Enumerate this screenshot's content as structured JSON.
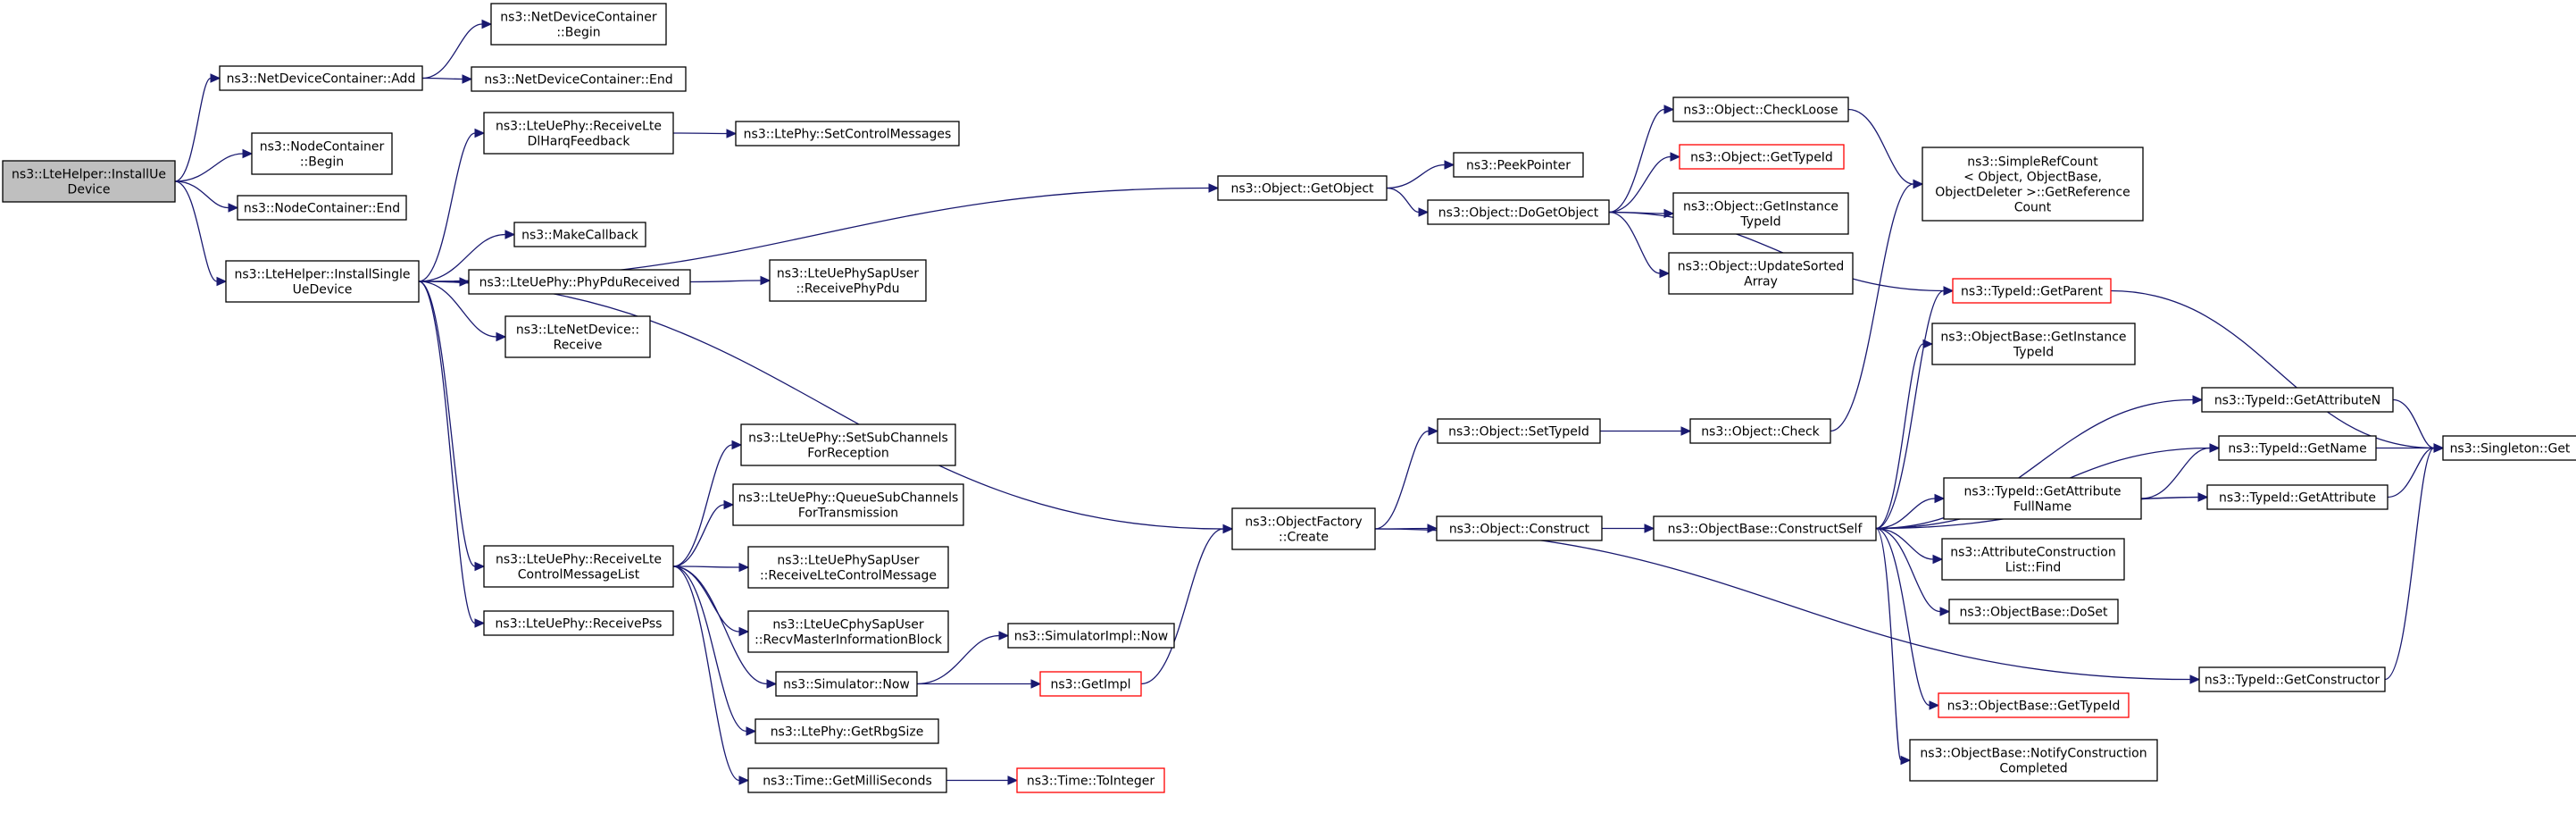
{
  "graph": {
    "colors": {
      "edge": "#191970",
      "node_border": "#000000",
      "node_fill": "#ffffff",
      "root_fill": "#bfbfbf",
      "missing_border": "#ff0000"
    },
    "nodes": [
      {
        "id": "root",
        "lines": [
          "ns3::LteHelper::InstallUe",
          "Device"
        ],
        "style": "root"
      },
      {
        "id": "ndcAdd",
        "lines": [
          "ns3::NetDeviceContainer::Add"
        ]
      },
      {
        "id": "ndcBegin",
        "lines": [
          "ns3::NetDeviceContainer",
          "::Begin"
        ]
      },
      {
        "id": "ndcEnd",
        "lines": [
          "ns3::NetDeviceContainer::End"
        ]
      },
      {
        "id": "ncBegin",
        "lines": [
          "ns3::NodeContainer",
          "::Begin"
        ]
      },
      {
        "id": "ncEnd",
        "lines": [
          "ns3::NodeContainer::End"
        ]
      },
      {
        "id": "installSingle",
        "lines": [
          "ns3::LteHelper::InstallSingle",
          "UeDevice"
        ]
      },
      {
        "id": "rxHarq",
        "lines": [
          "ns3::LteUePhy::ReceiveLte",
          "DlHarqFeedback"
        ]
      },
      {
        "id": "setCtrl",
        "lines": [
          "ns3::LtePhy::SetControlMessages"
        ]
      },
      {
        "id": "makeCb",
        "lines": [
          "ns3::MakeCallback"
        ]
      },
      {
        "id": "phyPduRx",
        "lines": [
          "ns3::LteUePhy::PhyPduReceived"
        ]
      },
      {
        "id": "sapRxPdu",
        "lines": [
          "ns3::LteUePhySapUser",
          "::ReceivePhyPdu"
        ]
      },
      {
        "id": "netDevRx",
        "lines": [
          "ns3::LteNetDevice::",
          "Receive"
        ]
      },
      {
        "id": "getObject",
        "lines": [
          "ns3::Object::GetObject"
        ]
      },
      {
        "id": "peekPtr",
        "lines": [
          "ns3::PeekPointer"
        ]
      },
      {
        "id": "doGetObject",
        "lines": [
          "ns3::Object::DoGetObject"
        ]
      },
      {
        "id": "checkLoose",
        "lines": [
          "ns3::Object::CheckLoose"
        ]
      },
      {
        "id": "objGetTypeId",
        "lines": [
          "ns3::Object::GetTypeId"
        ],
        "style": "missing"
      },
      {
        "id": "getInstTid",
        "lines": [
          "ns3::Object::GetInstance",
          "TypeId"
        ]
      },
      {
        "id": "updSorted",
        "lines": [
          "ns3::Object::UpdateSorted",
          "Array"
        ]
      },
      {
        "id": "refCount",
        "lines": [
          "ns3::SimpleRefCount",
          "< Object, ObjectBase,",
          " ObjectDeleter >::GetReference",
          "Count"
        ]
      },
      {
        "id": "tidGetParent",
        "lines": [
          "ns3::TypeId::GetParent"
        ],
        "style": "missing"
      },
      {
        "id": "obGetInstTid",
        "lines": [
          "ns3::ObjectBase::GetInstance",
          "TypeId"
        ]
      },
      {
        "id": "tidGetAttrN",
        "lines": [
          "ns3::TypeId::GetAttributeN"
        ]
      },
      {
        "id": "tidGetName",
        "lines": [
          "ns3::TypeId::GetName"
        ]
      },
      {
        "id": "singletonGet",
        "lines": [
          "ns3::Singleton::Get"
        ]
      },
      {
        "id": "tidGetAttrFull",
        "lines": [
          "ns3::TypeId::GetAttribute",
          "FullName"
        ]
      },
      {
        "id": "tidGetAttr",
        "lines": [
          "ns3::TypeId::GetAttribute"
        ]
      },
      {
        "id": "attrConsFind",
        "lines": [
          "ns3::AttributeConstruction",
          "List::Find"
        ]
      },
      {
        "id": "obDoSet",
        "lines": [
          "ns3::ObjectBase::DoSet"
        ]
      },
      {
        "id": "tidGetCtor",
        "lines": [
          "ns3::TypeId::GetConstructor"
        ]
      },
      {
        "id": "obGetTypeId",
        "lines": [
          "ns3::ObjectBase::GetTypeId"
        ],
        "style": "missing"
      },
      {
        "id": "obNotify",
        "lines": [
          "ns3::ObjectBase::NotifyConstruction",
          "Completed"
        ]
      },
      {
        "id": "setTypeId",
        "lines": [
          "ns3::Object::SetTypeId"
        ]
      },
      {
        "id": "objCheck",
        "lines": [
          "ns3::Object::Check"
        ]
      },
      {
        "id": "ofCreate",
        "lines": [
          "ns3::ObjectFactory",
          "::Create"
        ]
      },
      {
        "id": "objConstruct",
        "lines": [
          "ns3::Object::Construct"
        ]
      },
      {
        "id": "constructSelf",
        "lines": [
          "ns3::ObjectBase::ConstructSelf"
        ]
      },
      {
        "id": "setSubRx",
        "lines": [
          "ns3::LteUePhy::SetSubChannels",
          "ForReception"
        ]
      },
      {
        "id": "queueSubTx",
        "lines": [
          "ns3::LteUePhy::QueueSubChannels",
          "ForTransmission"
        ]
      },
      {
        "id": "rxCtrlList",
        "lines": [
          "ns3::LteUePhy::ReceiveLte",
          "ControlMessageList"
        ]
      },
      {
        "id": "sapRxCtrl",
        "lines": [
          "ns3::LteUePhySapUser",
          "::ReceiveLteControlMessage"
        ]
      },
      {
        "id": "cphyMib",
        "lines": [
          "ns3::LteUeCphySapUser",
          "::RecvMasterInformationBlock"
        ]
      },
      {
        "id": "rxPss",
        "lines": [
          "ns3::LteUePhy::ReceivePss"
        ]
      },
      {
        "id": "simImplNow",
        "lines": [
          "ns3::SimulatorImpl::Now"
        ]
      },
      {
        "id": "simNow",
        "lines": [
          "ns3::Simulator::Now"
        ]
      },
      {
        "id": "getImpl",
        "lines": [
          "ns3::GetImpl"
        ],
        "style": "missing"
      },
      {
        "id": "getRbgSize",
        "lines": [
          "ns3::LtePhy::GetRbgSize"
        ]
      },
      {
        "id": "getMilli",
        "lines": [
          "ns3::Time::GetMilliSeconds"
        ]
      },
      {
        "id": "toInteger",
        "lines": [
          "ns3::Time::ToInteger"
        ],
        "style": "missing"
      }
    ],
    "edges": [
      [
        "root",
        "ndcAdd"
      ],
      [
        "root",
        "ncBegin"
      ],
      [
        "root",
        "ncEnd"
      ],
      [
        "root",
        "installSingle"
      ],
      [
        "ndcAdd",
        "ndcBegin"
      ],
      [
        "ndcAdd",
        "ndcEnd"
      ],
      [
        "installSingle",
        "rxHarq"
      ],
      [
        "installSingle",
        "makeCb"
      ],
      [
        "installSingle",
        "phyPduRx"
      ],
      [
        "installSingle",
        "netDevRx"
      ],
      [
        "installSingle",
        "getObject"
      ],
      [
        "installSingle",
        "ofCreate"
      ],
      [
        "installSingle",
        "rxCtrlList"
      ],
      [
        "installSingle",
        "rxPss"
      ],
      [
        "rxHarq",
        "setCtrl"
      ],
      [
        "phyPduRx",
        "sapRxPdu"
      ],
      [
        "getObject",
        "peekPtr"
      ],
      [
        "getObject",
        "doGetObject"
      ],
      [
        "doGetObject",
        "checkLoose"
      ],
      [
        "doGetObject",
        "objGetTypeId"
      ],
      [
        "doGetObject",
        "getInstTid"
      ],
      [
        "doGetObject",
        "updSorted"
      ],
      [
        "doGetObject",
        "tidGetParent"
      ],
      [
        "checkLoose",
        "refCount"
      ],
      [
        "objCheck",
        "refCount"
      ],
      [
        "tidGetParent",
        "singletonGet"
      ],
      [
        "tidGetAttrN",
        "singletonGet"
      ],
      [
        "tidGetName",
        "singletonGet"
      ],
      [
        "tidGetAttr",
        "singletonGet"
      ],
      [
        "tidGetCtor",
        "singletonGet"
      ],
      [
        "ofCreate",
        "setTypeId"
      ],
      [
        "ofCreate",
        "objConstruct"
      ],
      [
        "ofCreate",
        "tidGetCtor"
      ],
      [
        "setTypeId",
        "objCheck"
      ],
      [
        "objConstruct",
        "constructSelf"
      ],
      [
        "constructSelf",
        "tidGetParent"
      ],
      [
        "constructSelf",
        "obGetInstTid"
      ],
      [
        "constructSelf",
        "tidGetAttrN"
      ],
      [
        "constructSelf",
        "tidGetName"
      ],
      [
        "constructSelf",
        "tidGetAttrFull"
      ],
      [
        "constructSelf",
        "attrConsFind"
      ],
      [
        "constructSelf",
        "obDoSet"
      ],
      [
        "constructSelf",
        "tidGetAttr"
      ],
      [
        "constructSelf",
        "obGetTypeId"
      ],
      [
        "constructSelf",
        "obNotify"
      ],
      [
        "tidGetAttrFull",
        "tidGetName"
      ],
      [
        "tidGetAttrFull",
        "tidGetAttr"
      ],
      [
        "rxCtrlList",
        "setSubRx"
      ],
      [
        "rxCtrlList",
        "queueSubTx"
      ],
      [
        "rxCtrlList",
        "sapRxCtrl"
      ],
      [
        "rxCtrlList",
        "cphyMib"
      ],
      [
        "rxCtrlList",
        "simNow"
      ],
      [
        "rxCtrlList",
        "getRbgSize"
      ],
      [
        "rxCtrlList",
        "getMilli"
      ],
      [
        "simNow",
        "simImplNow"
      ],
      [
        "simNow",
        "getImpl"
      ],
      [
        "getImpl",
        "ofCreate"
      ],
      [
        "getMilli",
        "toInteger"
      ]
    ]
  }
}
